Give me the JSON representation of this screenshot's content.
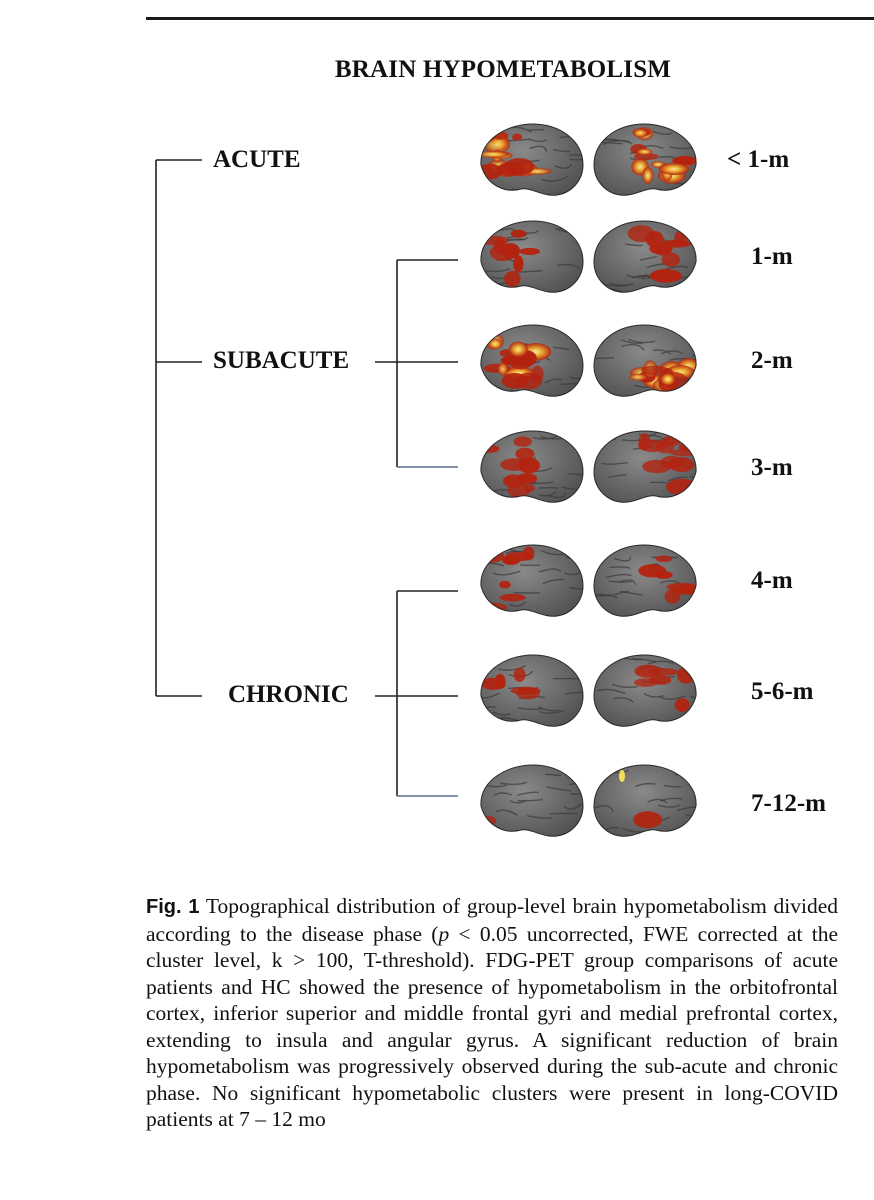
{
  "figure": {
    "title": "BRAIN HYPOMETABOLISM",
    "phases": [
      {
        "label": "ACUTE"
      },
      {
        "label": "SUBACUTE"
      },
      {
        "label": "CHRONIC"
      }
    ],
    "timepoints": [
      {
        "label": "< 1-m"
      },
      {
        "label": "1-m"
      },
      {
        "label": "2-m"
      },
      {
        "label": "3-m"
      },
      {
        "label": "4-m"
      },
      {
        "label": "5-6-m"
      },
      {
        "label": "7-12-m"
      }
    ],
    "colors": {
      "cortex": "#6b6b6b",
      "hypometabolism_red": "#b3230f",
      "hypometabolism_yellow": "#f6dc5a"
    }
  },
  "caption": {
    "fig_label": "Fig. 1",
    "text_1": " Topographical distribution of group-level brain hypometabolism divided according to the disease phase (",
    "p_symbol": "p",
    "text_2": " < 0.05 uncorrected, FWE corrected at the cluster level, k > 100, T-threshold). FDG-PET group comparisons of acute patients and HC showed the presence of hypometabolism in the orbitofrontal cortex, inferior superior and middle frontal gyri and medial prefrontal cortex, extending to insula and angular gyrus. A significant reduction of brain hypometabolism was progressively observed during the sub-acute and chronic phase. No significant hypometabolic clusters were present in long-COVID patients at 7 – 12 mo"
  }
}
